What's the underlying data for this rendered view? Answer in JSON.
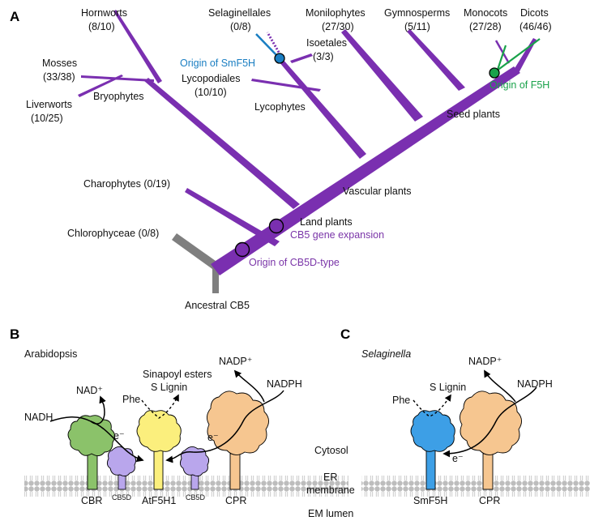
{
  "colors": {
    "tree": "#7a2fb0",
    "ancestral": "#808080",
    "blue": "#1a7ec2",
    "green": "#19a24a",
    "cbr": "#8bc26a",
    "cb5d": "#b9a6ec",
    "f5h1": "#fbef7d",
    "cpr": "#f6c690",
    "smf5h": "#3d9fe6"
  },
  "panelA": {
    "label": "A",
    "taxa": {
      "hornworts": "Hornworts",
      "hornworts_count": "(8/10)",
      "mosses": "Mosses",
      "mosses_count": "(33/38)",
      "liverworts": "Liverworts",
      "liverworts_count": "(10/25)",
      "bryophytes": "Bryophytes",
      "selaginellales": "Selaginellales",
      "selaginellales_count": "(0/8)",
      "isoetales": "Isoetales",
      "isoetales_count": "(3/3)",
      "lycopodiales": "Lycopodiales",
      "lycopodiales_count": "(10/10)",
      "lycophytes": "Lycophytes",
      "monilophytes": "Monilophytes",
      "monilophytes_count": "(27/30)",
      "gymnosperms": "Gymnosperms",
      "gymnosperms_count": "(5/11)",
      "monocots": "Monocots",
      "monocots_count": "(27/28)",
      "dicots": "Dicots",
      "dicots_count": "(46/46)",
      "seed_plants": "Seed plants",
      "vascular_plants": "Vascular plants",
      "charophytes": "Charophytes (0/19)",
      "land_plants": "Land plants",
      "chlorophyceae": "Chlorophyceae (0/8)",
      "ancestral": "Ancestral CB5"
    },
    "events": {
      "smf5h": "Origin of SmF5H",
      "f5h": "Origin of F5H",
      "cb5_expansion": "CB5 gene expansion",
      "cb5d_origin": "Origin of CB5D-type"
    }
  },
  "panelB": {
    "label": "B",
    "organism": "Arabidopsis",
    "nadh": "NADH",
    "nad": "NAD⁺",
    "phe": "Phe",
    "sinapoyl": "Sinapoyl esters",
    "s_lignin": "S Lignin",
    "nadp": "NADP⁺",
    "nadph": "NADPH",
    "electron1": "e⁻",
    "electron2": "e⁻",
    "cbr": "CBR",
    "cb5d_1": "CB5D",
    "atf5h1": "AtF5H1",
    "cb5d_2": "CB5D",
    "cpr": "CPR"
  },
  "panelC": {
    "label": "C",
    "organism": "Selaginella",
    "nadp": "NADP⁺",
    "nadph": "NADPH",
    "s_lignin": "S Lignin",
    "phe": "Phe",
    "electron": "e⁻",
    "smf5h": "SmF5H",
    "cpr": "CPR",
    "cytosol": "Cytosol",
    "er": "ER",
    "membrane": "membrane",
    "em_lumen": "EM lumen"
  }
}
